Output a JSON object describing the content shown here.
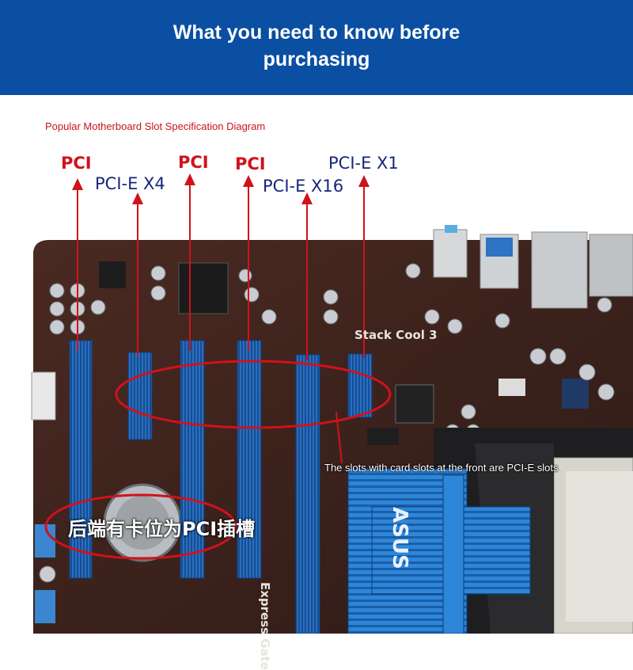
{
  "banner": {
    "title_line1": "What you need to know before",
    "title_line2": "purchasing",
    "background_color": "#0a4fa1"
  },
  "caption": "Popular Motherboard Slot Specification Diagram",
  "slot_labels": {
    "pci_1": "PCI",
    "pcie_x4": "PCI-E X4",
    "pci_2": "PCI",
    "pci_3": "PCI",
    "pcie_x16": "PCI-E X16",
    "pcie_x1": "PCI-E X1"
  },
  "notes": {
    "front_slots": "The slots with card slots at the front are PCI-E slots",
    "rear_slots": "后端有卡位为PCI插槽"
  },
  "board_silkscreen": {
    "stack_cool": "Stack Cool 3",
    "express_gate": "Express Gate",
    "brand": "ASUS"
  },
  "colors": {
    "pci_label": "#d0121b",
    "pcie_label": "#16257d",
    "arrow": "#d0121b",
    "board": "#3a211c",
    "slot_blue": "#2a6fc0",
    "heatsink": "#2d86d8"
  }
}
